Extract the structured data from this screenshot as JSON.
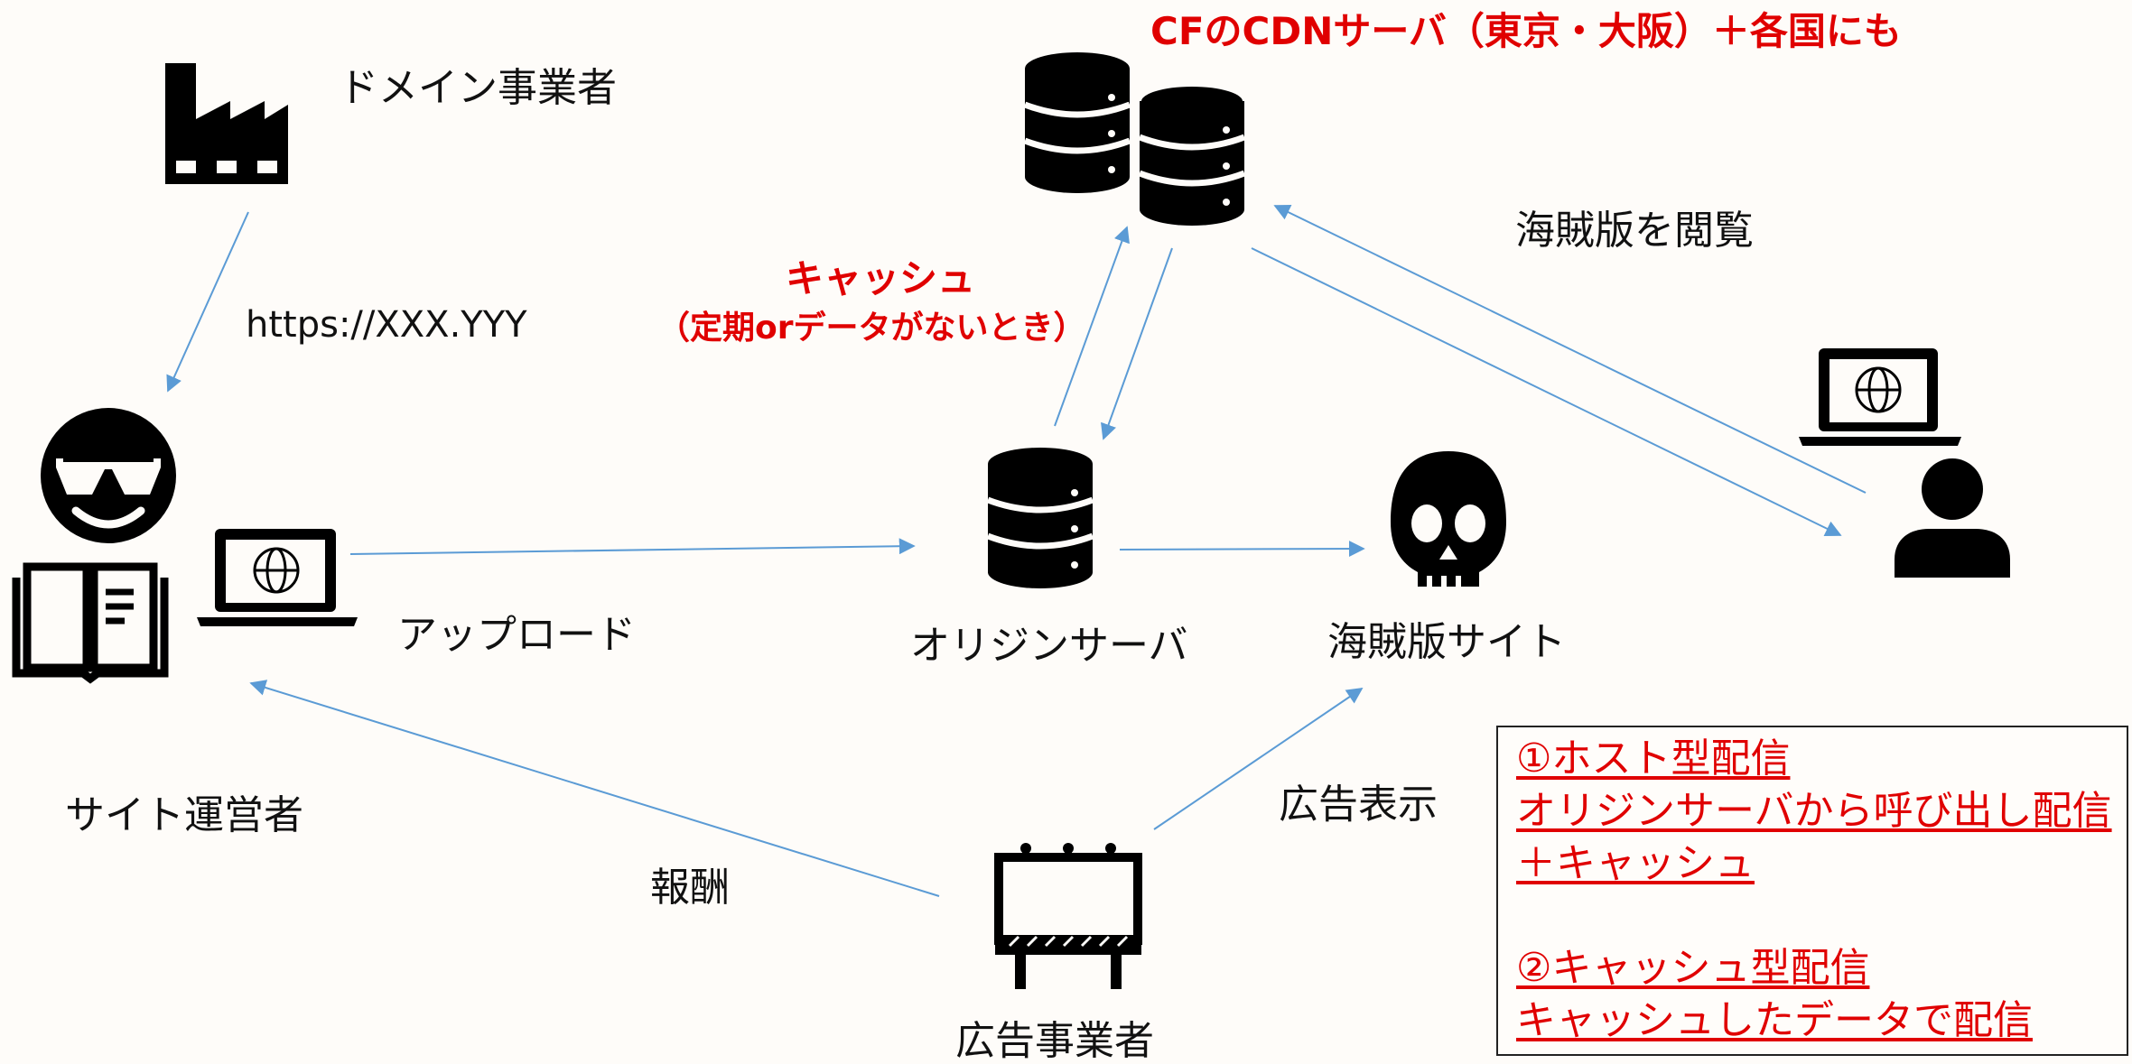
{
  "diagram": {
    "nodes": {
      "domain_provider": {
        "label": "ドメイン事業者",
        "icon": "factory-icon"
      },
      "site_operator": {
        "label": "サイト運営者",
        "icon": "sunglasses-face-icon"
      },
      "origin_server": {
        "label": "オリジンサーバ",
        "icon": "database-icon"
      },
      "pirate_site": {
        "label": "海賊版サイト",
        "icon": "skull-icon"
      },
      "ad_provider": {
        "label": "広告事業者",
        "icon": "billboard-icon"
      },
      "viewer": {
        "icon": "person-icon"
      },
      "cdn": {
        "label": "CFのCDNサーバ（東京・大阪）＋各国にも",
        "icon": "database-icon"
      }
    },
    "edges": {
      "domain": "https://XXX.YYY",
      "upload": "アップロード",
      "cache_title": "キャッシュ",
      "cache_sub": "（定期orデータがないとき）",
      "view": "海賊版を閲覧",
      "ad": "広告表示",
      "reward": "報酬"
    },
    "note": {
      "line1": "①ホスト型配信",
      "line2": "オリジンサーバから呼び出し配信",
      "line3": "＋キャッシュ",
      "line4": "②キャッシュ型配信",
      "line5": "キャッシュしたデータで配信"
    },
    "colors": {
      "arrow": "#5b9bd5",
      "accent": "#e00000",
      "icon": "#000000"
    }
  }
}
